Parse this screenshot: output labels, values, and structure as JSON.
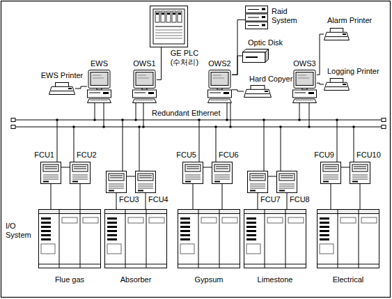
{
  "diagram": {
    "nodes": [
      {
        "text": [
          "GE PLC (수처리)"
        ]
      },
      {
        "text": [
          "Raid System"
        ]
      },
      {
        "text": [
          "Alarm Printer"
        ]
      },
      {
        "text": [
          "Optic Disk"
        ]
      },
      {
        "text": [
          "EWS Printer"
        ]
      },
      {
        "text": [
          "EWS"
        ]
      },
      {
        "text": [
          "OWS1"
        ]
      },
      {
        "text": [
          "OWS2"
        ]
      },
      {
        "text": [
          "Hard Copyer"
        ]
      },
      {
        "text": [
          "OWS3"
        ]
      },
      {
        "text": [
          "Logging Printer"
        ]
      },
      {
        "text": [
          "FCU1"
        ]
      },
      {
        "text": [
          "FCU2"
        ]
      },
      {
        "text": [
          "FCU3"
        ]
      },
      {
        "text": [
          "FCU4"
        ]
      },
      {
        "text": [
          "FCU5"
        ]
      },
      {
        "text": [
          "FCU6"
        ]
      },
      {
        "text": [
          "FCU7"
        ]
      },
      {
        "text": [
          "FCU8"
        ]
      },
      {
        "text": [
          "FCU9"
        ]
      },
      {
        "text": [
          "FCU10"
        ]
      },
      {
        "text": [
          "Flue gas"
        ]
      },
      {
        "text": [
          "Absorber"
        ]
      },
      {
        "text": [
          "Gypsum"
        ]
      },
      {
        "text": [
          "Limestone"
        ]
      },
      {
        "text": [
          "Electrical"
        ]
      }
    ],
    "edges": [
      {
        "from": 0,
        "to": 6,
        "arrow": "none"
      },
      {
        "from": 4,
        "to": 5,
        "arrow": "none"
      },
      {
        "from": 7,
        "to": 1,
        "arrow": "none"
      },
      {
        "from": 7,
        "to": 3,
        "arrow": "none"
      },
      {
        "from": 7,
        "to": 8,
        "arrow": "none"
      },
      {
        "from": 9,
        "to": 2,
        "arrow": "none"
      },
      {
        "from": 9,
        "to": 10,
        "arrow": "none"
      },
      {
        "from": 11,
        "to": 12,
        "arrow": "none"
      },
      {
        "from": 13,
        "to": 14,
        "arrow": "none"
      },
      {
        "from": 15,
        "to": 16,
        "arrow": "none"
      },
      {
        "from": 17,
        "to": 18,
        "arrow": "none"
      },
      {
        "from": 19,
        "to": 20,
        "arrow": "none"
      },
      {
        "from": 11,
        "to": 21,
        "arrow": "none"
      },
      {
        "from": 12,
        "to": 21,
        "arrow": "none"
      },
      {
        "from": 13,
        "to": 22,
        "arrow": "none"
      },
      {
        "from": 14,
        "to": 22,
        "arrow": "none"
      },
      {
        "from": 15,
        "to": 23,
        "arrow": "none"
      },
      {
        "from": 16,
        "to": 23,
        "arrow": "none"
      },
      {
        "from": 17,
        "to": 24,
        "arrow": "none"
      },
      {
        "from": 18,
        "to": 24,
        "arrow": "none"
      },
      {
        "from": 19,
        "to": 25,
        "arrow": "none"
      },
      {
        "from": 20,
        "to": 25,
        "arrow": "none"
      }
    ],
    "labels": [
      "Redundant Ethernet",
      "I/O System"
    ]
  }
}
